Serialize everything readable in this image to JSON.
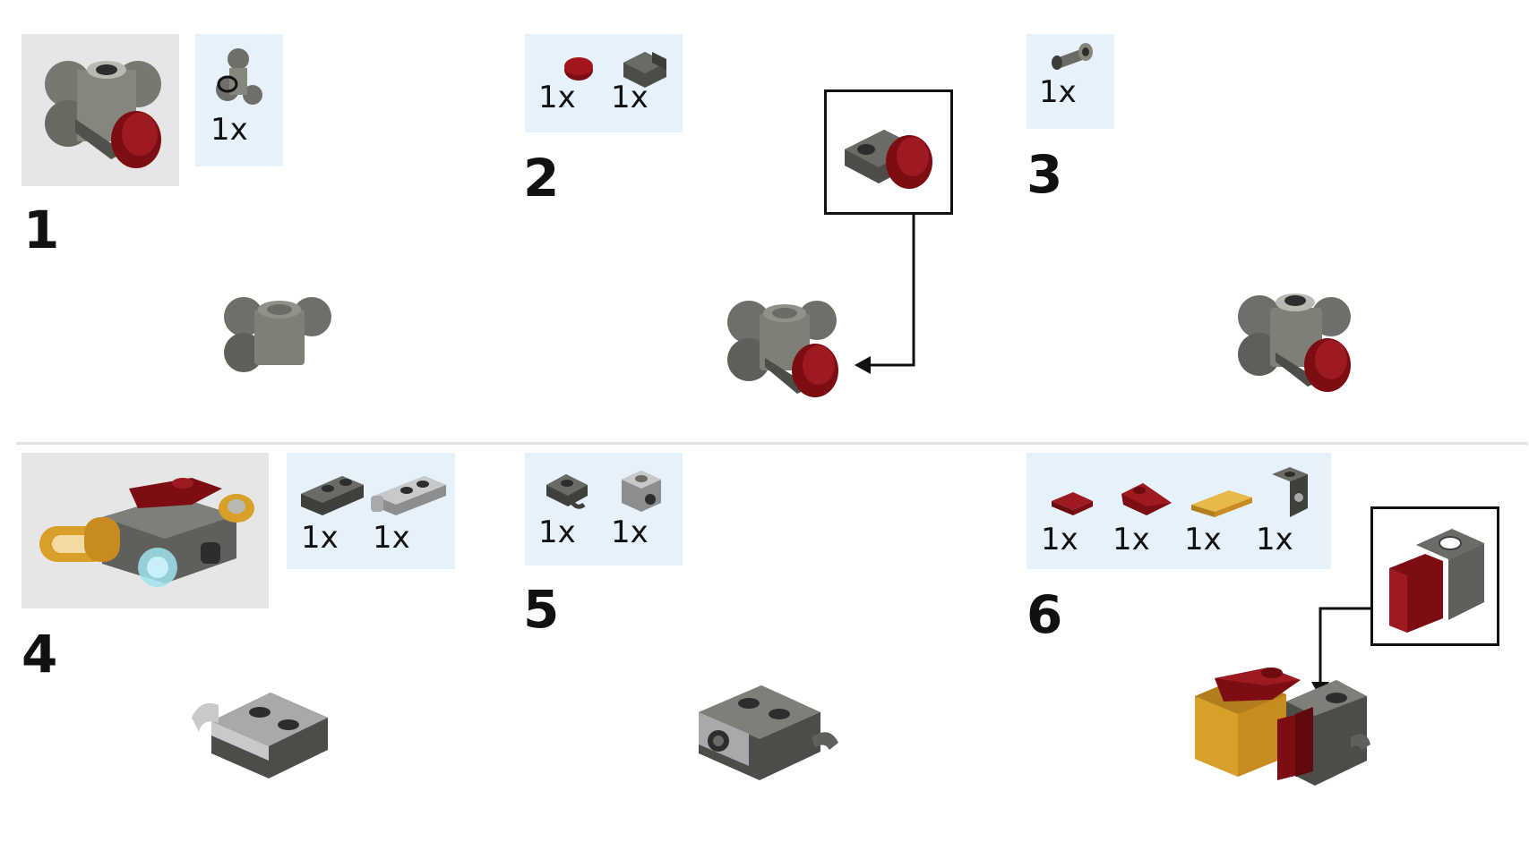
{
  "steps": [
    {
      "number": "1",
      "parts": [
        {
          "qty": "1x",
          "icon": "ball-joint-socket-icon"
        }
      ]
    },
    {
      "number": "2",
      "parts": [
        {
          "qty": "1x",
          "icon": "round-tile-red-icon"
        },
        {
          "qty": "1x",
          "icon": "bracket-dark-grey-icon"
        }
      ]
    },
    {
      "number": "3",
      "parts": [
        {
          "qty": "1x",
          "icon": "pin-connector-icon"
        }
      ]
    },
    {
      "number": "4",
      "parts": [
        {
          "qty": "1x",
          "icon": "plate-2-stud-dark-grey-icon"
        },
        {
          "qty": "1x",
          "icon": "plate-clip-light-grey-icon"
        }
      ]
    },
    {
      "number": "5",
      "parts": [
        {
          "qty": "1x",
          "icon": "plate-clip-dark-grey-icon"
        },
        {
          "qty": "1x",
          "icon": "bracket-light-grey-icon"
        }
      ]
    },
    {
      "number": "6",
      "parts": [
        {
          "qty": "1x",
          "icon": "tile-red-icon"
        },
        {
          "qty": "1x",
          "icon": "wedge-red-icon"
        },
        {
          "qty": "1x",
          "icon": "tile-gold-icon"
        },
        {
          "qty": "1x",
          "icon": "bracket-inverted-dark-grey-icon"
        }
      ]
    }
  ],
  "colors": {
    "parts_background": "#e6f2fb",
    "submodel_background": "#e6e6e6",
    "dark_red": "#7d0d12",
    "dark_grey": "#5f605c",
    "light_grey": "#a7a9ab",
    "gold": "#d89f2a"
  }
}
